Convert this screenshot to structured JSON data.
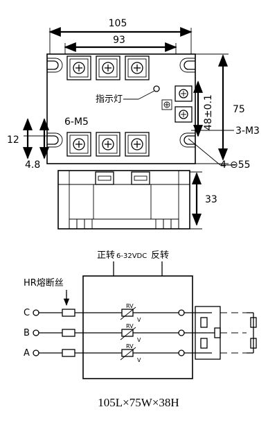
{
  "top_view": {
    "dims": {
      "overall_width": "105",
      "screw_span": "93",
      "height": "75",
      "hole_spacing": "48±0.1",
      "left_side": "12",
      "left_offset": "4.8",
      "terminal_label": "6-M5",
      "control_screws": "3-M3",
      "mount_holes": "4-⊖55"
    },
    "indicator_label": "指示灯"
  },
  "side_view": {
    "height": "33"
  },
  "schematic": {
    "control_label_left": "正转",
    "control_voltage": "6-32VDC",
    "control_label_right": "反转",
    "fuse_label": "HR熔断丝",
    "phases": [
      "C",
      "B",
      "A"
    ],
    "signs": [
      "+",
      "−",
      "+"
    ],
    "rv": "RV",
    "v": "V"
  },
  "footer": {
    "size_spec": "105L×75W×38H"
  }
}
